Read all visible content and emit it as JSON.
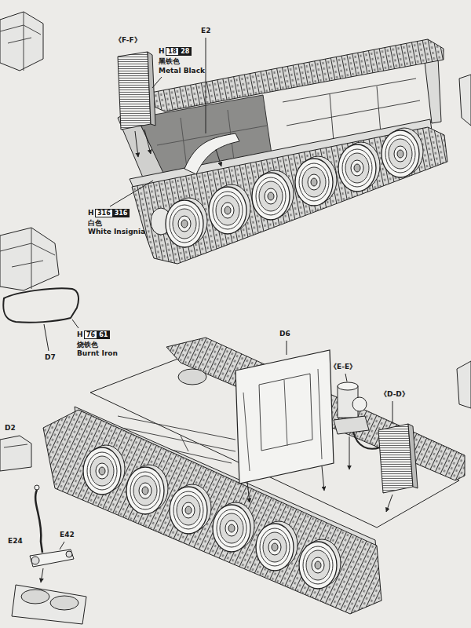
{
  "diagram": {
    "nodes": [
      {
        "text": [
          "18"
        ]
      },
      {
        "text": [
          "28"
        ]
      },
      {
        "text": [
          "316"
        ]
      },
      {
        "text": [
          "316"
        ]
      },
      {
        "text": [
          "76"
        ]
      },
      {
        "text": [
          "61"
        ]
      }
    ],
    "labels": [
      "《F-F》",
      "E2",
      "H",
      "黑铁色",
      "Metal Black",
      "H",
      "白色",
      "White Insignia",
      "H",
      "烧铁色",
      "Burnt Iron",
      "D7",
      "D6",
      "《E-E》",
      "《D-D》",
      "D2",
      "E24",
      "E42"
    ]
  }
}
